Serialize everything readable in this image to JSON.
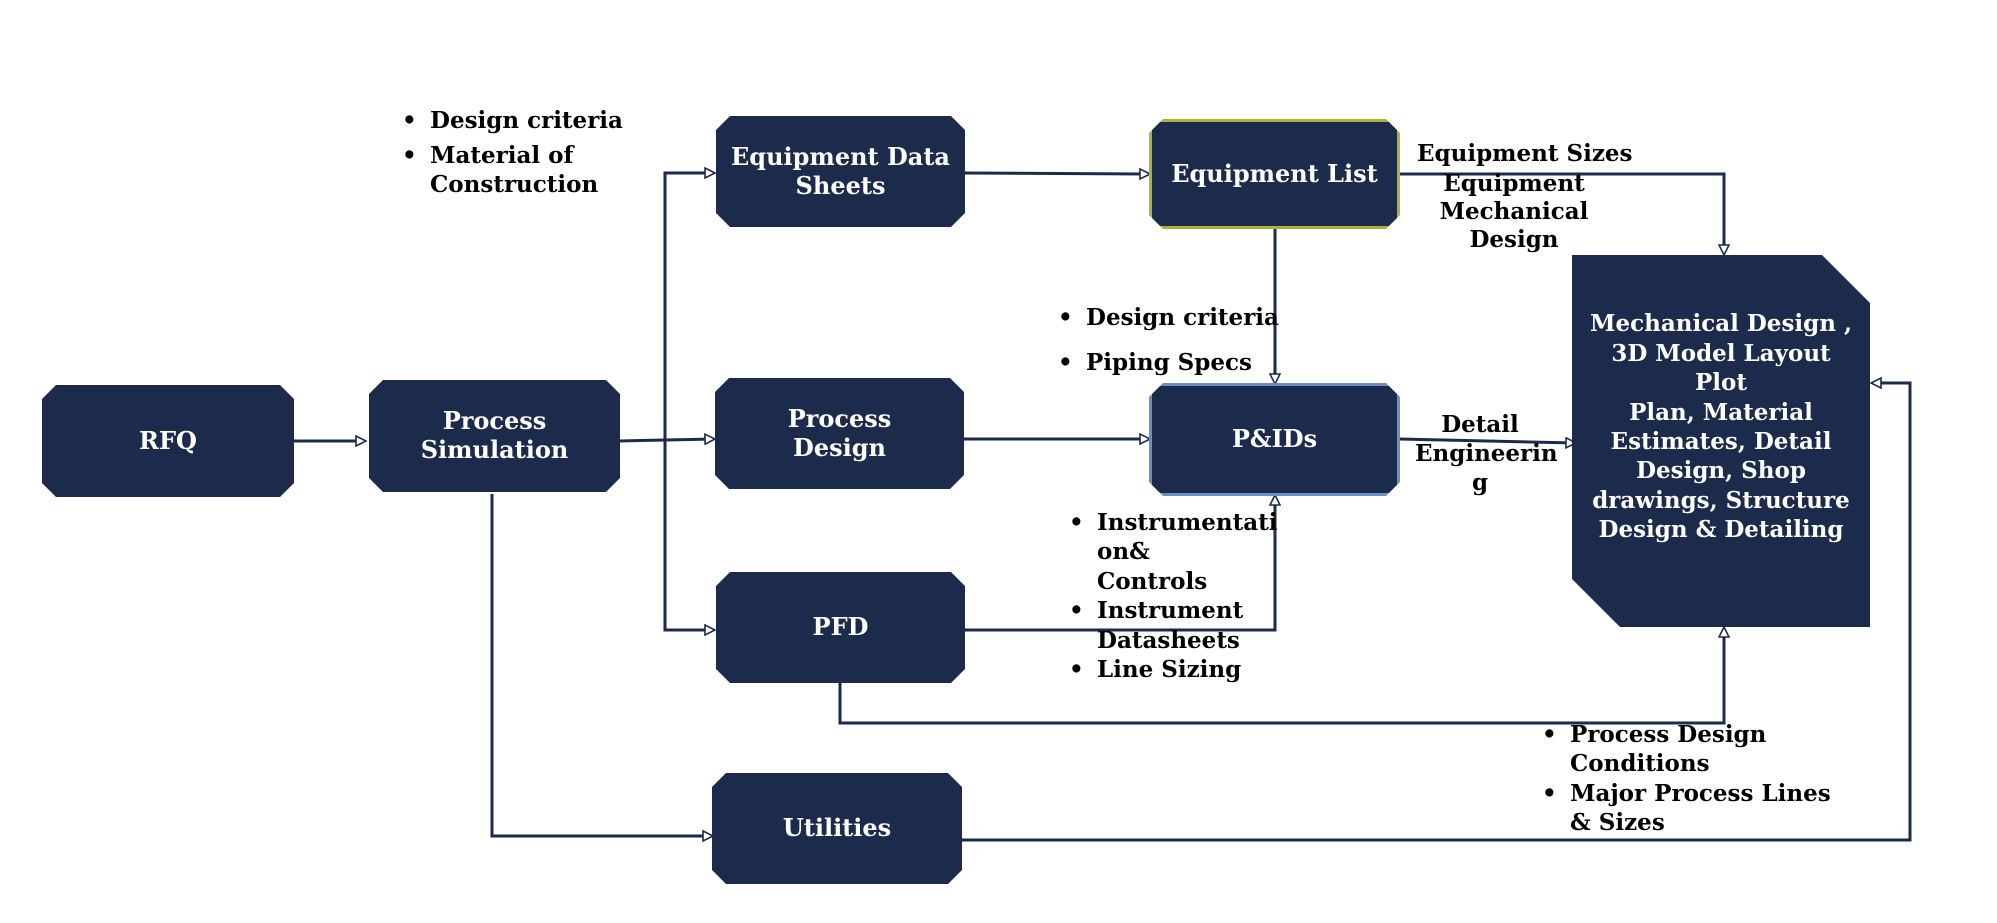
{
  "nodes": {
    "rfq": "RFQ",
    "process_simulation": "Process\nSimulation",
    "equipment_data_sheets": "Equipment Data\nSheets",
    "process_design": "Process\nDesign",
    "pfd": "PFD",
    "utilities": "Utilities",
    "equipment_list": "Equipment List",
    "pids": "P&IDs",
    "mechanical_design": "Mechanical Design ,\n3D Model Layout Plot\nPlan, Material\nEstimates, Detail\nDesign, Shop\ndrawings, Structure\nDesign & Detailing"
  },
  "annotations": {
    "eds_notes": [
      "Design criteria",
      "Material of Construction"
    ],
    "equipment_sizes": "Equipment Sizes",
    "equipment_mech": "Equipment\nMechanical Design",
    "pids_top_notes": [
      "Design criteria",
      "Piping Specs"
    ],
    "detail_engineering": "Detail\nEngineerin\ng",
    "pfd_notes": [
      "Instrumentati on& Controls",
      "Instrument Datasheets",
      "Line Sizing"
    ],
    "process_notes": [
      "Process Design Conditions",
      "Major Process Lines & Sizes"
    ]
  },
  "colors": {
    "node_fill": "#1c2a4c",
    "arrow": "#1c2a4c",
    "equipment_list_border": "#a8b43a",
    "pids_border": "#6d8fc0"
  }
}
